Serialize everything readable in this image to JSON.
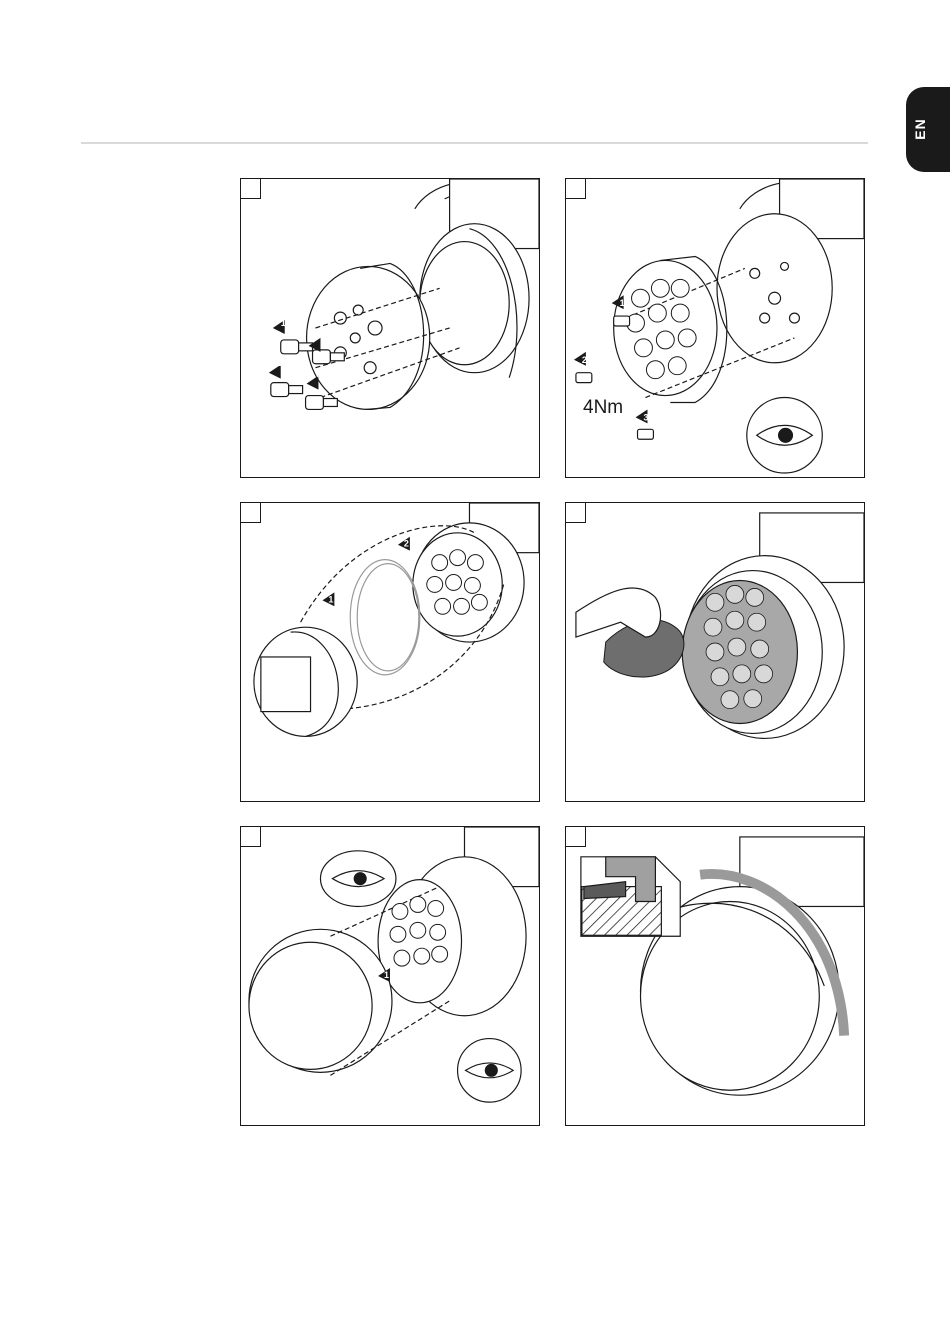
{
  "header": {
    "language_tab": "EN"
  },
  "panels": [
    {
      "id": "step-1",
      "callouts": [
        "1",
        "2",
        "3",
        "4"
      ]
    },
    {
      "id": "step-2",
      "callouts": [
        "1",
        "2",
        "3"
      ],
      "torque": "4Nm"
    },
    {
      "id": "step-3",
      "callouts": [
        "1",
        "2"
      ]
    },
    {
      "id": "step-4",
      "callouts": []
    },
    {
      "id": "step-5",
      "callouts": [
        "1"
      ]
    },
    {
      "id": "step-6",
      "callouts": []
    }
  ],
  "colors": {
    "line": "#1a1a1a",
    "shade": "#7a7a7a",
    "light_shade": "#bdbdbd",
    "tab": "#1a1a1a"
  }
}
